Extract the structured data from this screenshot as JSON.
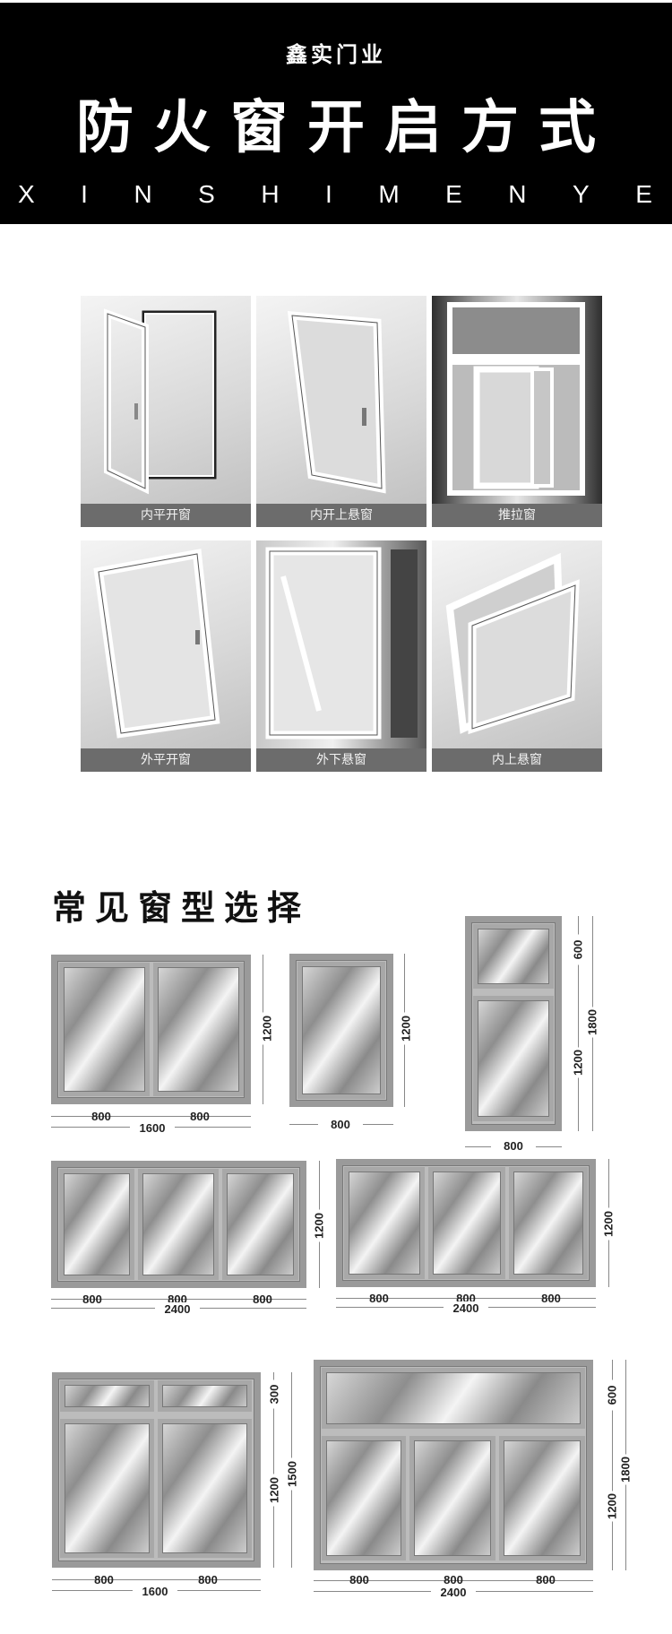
{
  "header": {
    "brand": "鑫实门业",
    "title": "防火窗开启方式",
    "pinyin": [
      "X",
      "I",
      "N",
      "S",
      "H",
      "I",
      "M",
      "E",
      "N",
      "Y",
      "E"
    ]
  },
  "opening_types": [
    {
      "label": "内平开窗",
      "icon": "inward-casement-window-photo"
    },
    {
      "label": "内开上悬窗",
      "icon": "inward-tilt-window-photo"
    },
    {
      "label": "推拉窗",
      "icon": "sliding-window-photo"
    },
    {
      "label": "外平开窗",
      "icon": "outward-casement-window-photo"
    },
    {
      "label": "外下悬窗",
      "icon": "outward-awning-window-photo"
    },
    {
      "label": "内上悬窗",
      "icon": "inward-top-hung-window-photo"
    }
  ],
  "window_types": {
    "title": "常见窗型选择",
    "items": [
      {
        "name": "double-casement",
        "widths": [
          "800",
          "800"
        ],
        "total_width": "1600",
        "heights": [
          "1200"
        ]
      },
      {
        "name": "single-casement",
        "widths": [
          "800"
        ],
        "heights": [
          "1200"
        ]
      },
      {
        "name": "casement-with-transom",
        "widths": [
          "800"
        ],
        "heights": [
          "600",
          "1200"
        ],
        "total_height": "1800"
      },
      {
        "name": "triple-casement-fixed-center",
        "widths": [
          "800",
          "800",
          "800"
        ],
        "total_width": "2400",
        "heights": [
          "1200"
        ]
      },
      {
        "name": "triple-fixed-sides-center-casement",
        "widths": [
          "800",
          "800",
          "800"
        ],
        "total_width": "2400",
        "heights": [
          "1200"
        ]
      },
      {
        "name": "double-casement-with-transom",
        "widths": [
          "800",
          "800"
        ],
        "total_width": "1600",
        "heights": [
          "300",
          "1200"
        ],
        "total_height": "1500"
      },
      {
        "name": "triple-with-transom",
        "widths": [
          "800",
          "800",
          "800"
        ],
        "total_width": "2400",
        "heights": [
          "600",
          "1200"
        ],
        "total_height": "1800"
      }
    ]
  },
  "colors": {
    "banner_bg": "#000000",
    "banner_text": "#ffffff",
    "caption_bg": "#6c6c6c",
    "frame": "#9a9a9a"
  }
}
